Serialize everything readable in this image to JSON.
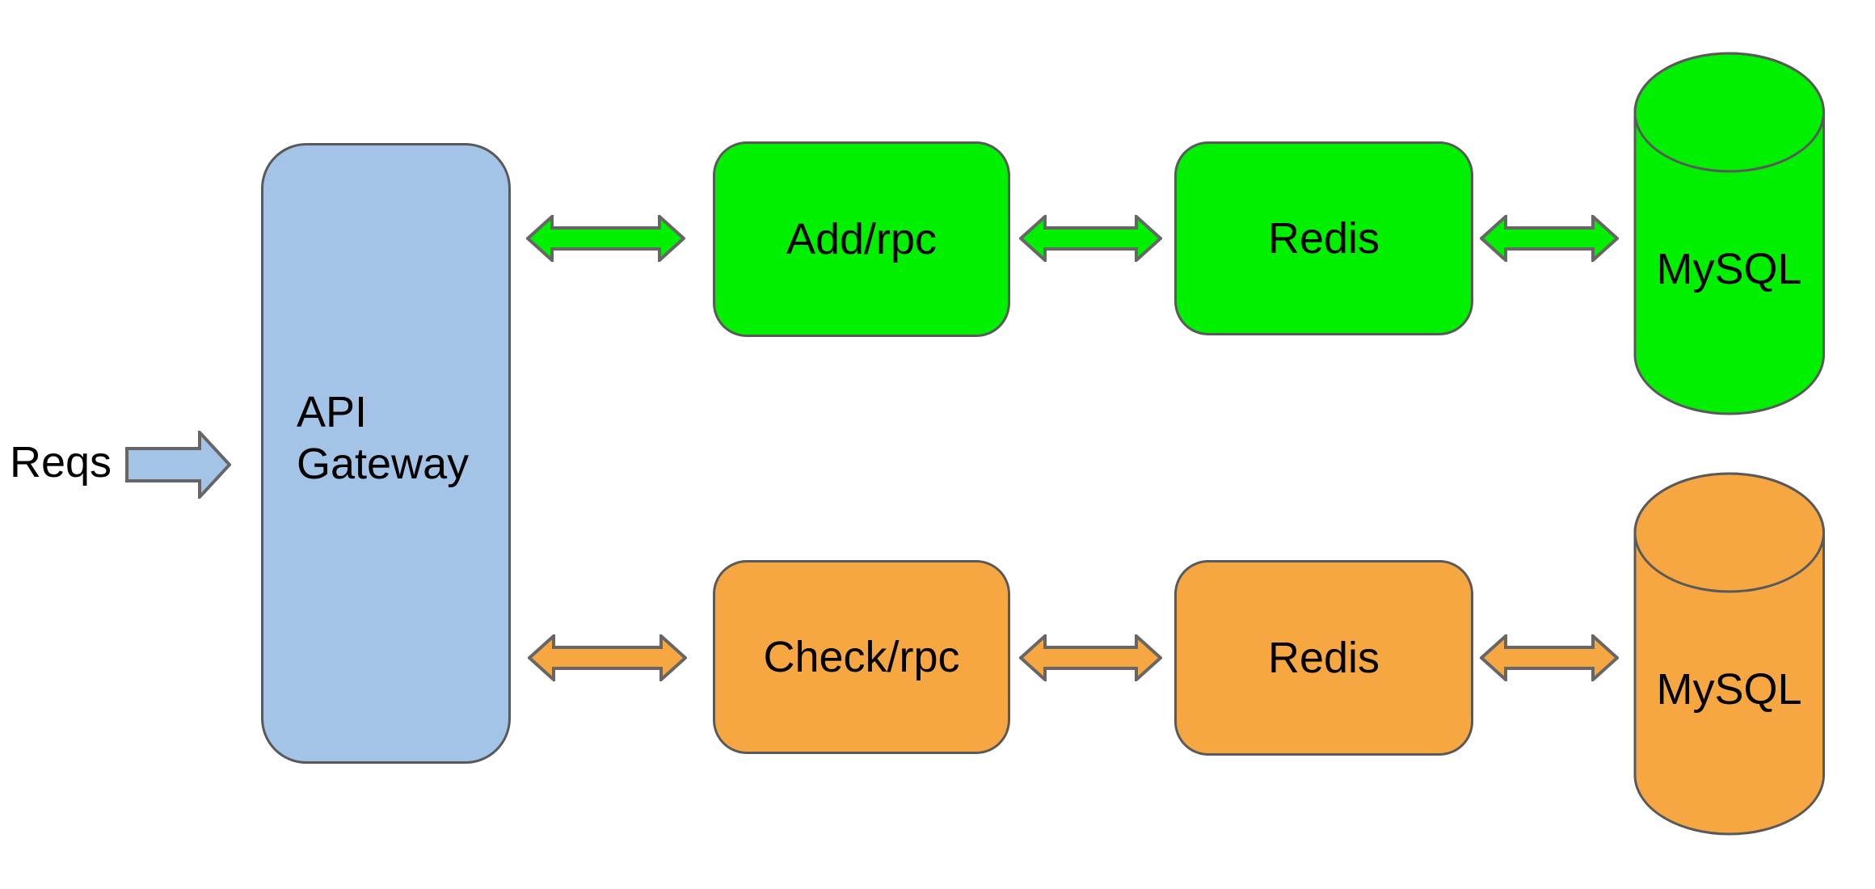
{
  "diagram": {
    "request_label": "Reqs",
    "request_arrow_fill": "#A3C4E7",
    "api_gateway": {
      "line1": "API",
      "line2": "Gateway",
      "fill": "#A3C4E7",
      "stroke": "#595959"
    },
    "arrow_stroke": "#666666",
    "shape_stroke": "#595959",
    "flows": [
      {
        "name": "add-flow",
        "accent": "#00F000",
        "service_label": "Add/rpc",
        "cache_label": "Redis",
        "database_label": "MySQL"
      },
      {
        "name": "check-flow",
        "accent": "#F7A742",
        "service_label": "Check/rpc",
        "cache_label": "Redis",
        "database_label": "MySQL"
      }
    ]
  }
}
